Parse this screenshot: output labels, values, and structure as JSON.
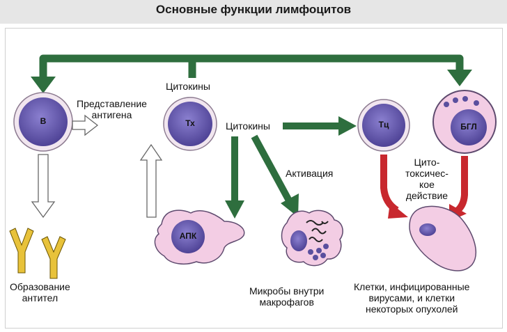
{
  "title": "Основные функции лимфоцитов",
  "cells": {
    "b": "В",
    "th": "Тх",
    "tc": "Тц",
    "ngl": "БГЛ",
    "apc": "АПК"
  },
  "labels": {
    "cytokines_top": "Цитокины",
    "cytokines_mid": "Цитокины",
    "antigen_presentation_l1": "Представление",
    "antigen_presentation_l2": "антигена",
    "activation": "Активация",
    "cytotoxic_l1": "Цито-",
    "cytotoxic_l2": "токсичес-",
    "cytotoxic_l3": "кое",
    "cytotoxic_l4": "действие",
    "antibodies_l1": "Образование",
    "antibodies_l2": "антител",
    "microbes_l1": "Микробы внутри",
    "microbes_l2": "макрофагов",
    "infected_l1": "Клетки, инфицированные",
    "infected_l2": "вирусами, и клетки",
    "infected_l3": "некоторых опухолей"
  },
  "colors": {
    "green_arrow": "#2e6e3e",
    "red_arrow": "#c8282e",
    "nucleus": "#6b5fb5",
    "cell_pink": "#f3cde4",
    "cell_outline": "#5e4a6e",
    "antibody": "#e8c23a"
  }
}
